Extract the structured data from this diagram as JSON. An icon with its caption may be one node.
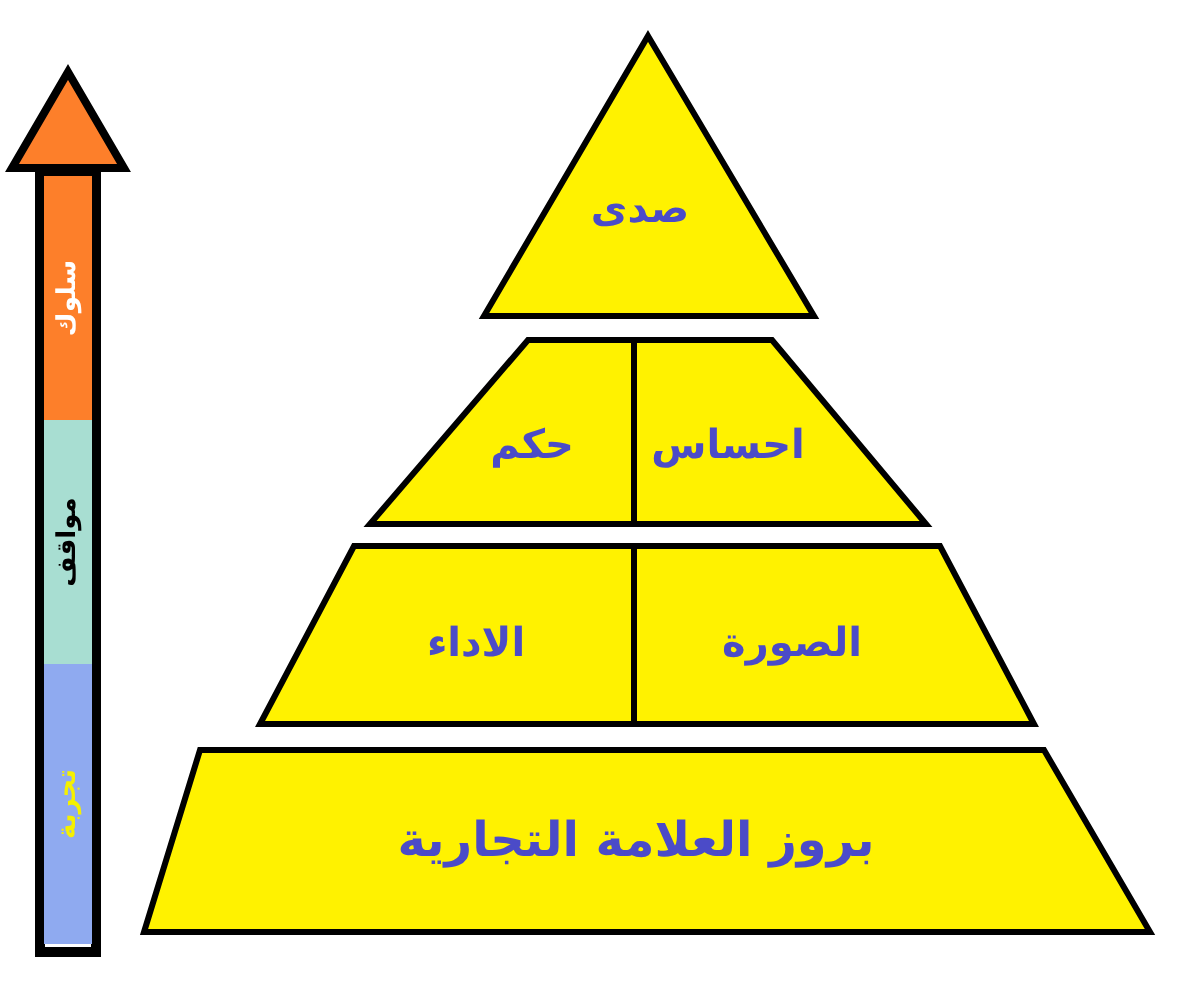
{
  "diagram": {
    "nodes": [
      {
        "text": [
          "صدى"
        ]
      },
      {
        "text": [
          "احساس"
        ]
      },
      {
        "text": [
          "حكم"
        ]
      },
      {
        "text": [
          "الصورة"
        ]
      },
      {
        "text": [
          "الاداء"
        ]
      },
      {
        "text": [
          "بروز العلامة التجارية"
        ]
      },
      {
        "text": [
          "سلوك"
        ]
      },
      {
        "text": [
          "مواقف"
        ]
      },
      {
        "text": [
          "تجربة"
        ]
      }
    ]
  }
}
